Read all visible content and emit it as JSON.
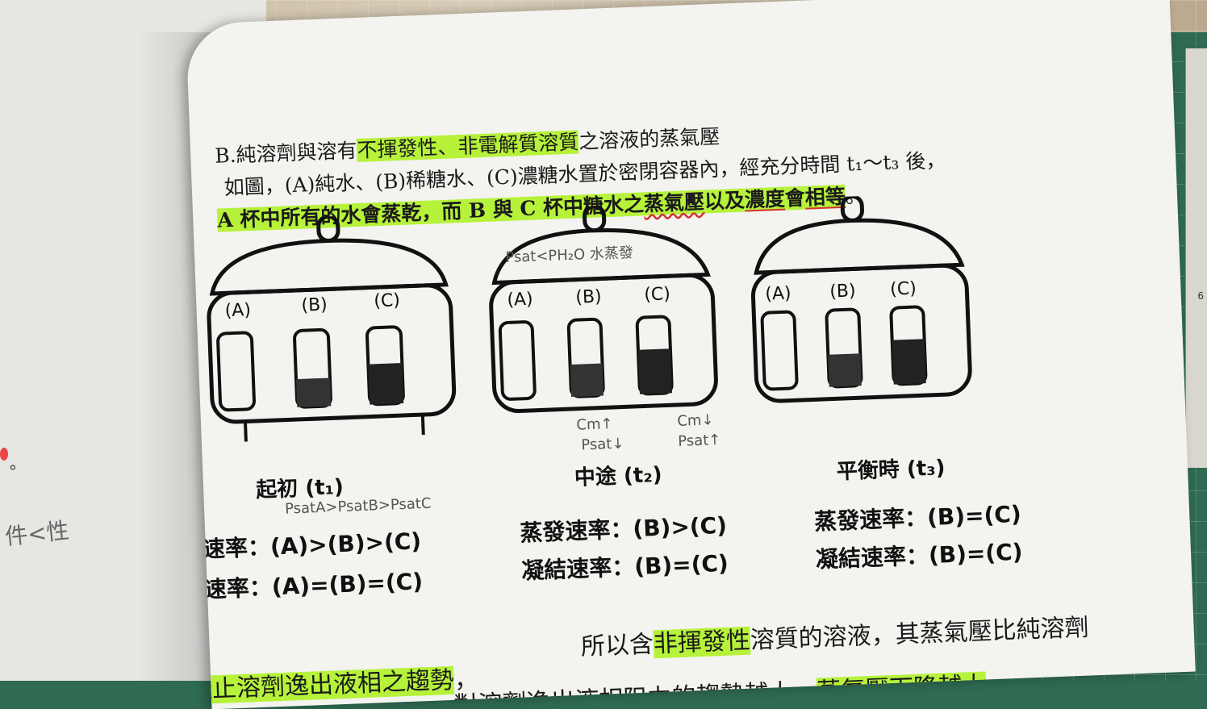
{
  "left_page": {
    "note": "件<性",
    "dot_text": "。"
  },
  "ruler": {
    "num": "6"
  },
  "text": {
    "line1_a": "B.純溶劑與溶有",
    "line1_hl": "不揮發性、非電解質溶質",
    "line1_b": "之溶液的蒸氣壓",
    "line2": "如圖，(A)純水、(B)稀糖水、(C)濃糖水置於密閉容器內，經充分時間 t₁～t₃ 後，",
    "line3_hl": "A 杯中所有的水會蒸乾，而 B 與 C 杯中糖水之",
    "line3_wavy": "蒸氣壓",
    "line3_mid": "以及",
    "line3_u1": "濃度",
    "line3_mid2": "會",
    "line3_u2": "相等",
    "line3_end": "。",
    "lineC_a": "所以含",
    "lineC_hl": "非揮發性",
    "lineC_b": "溶質的溶液，其蒸氣壓比純溶劑",
    "lineC2_hl": "C.溶質有阻止溶劑逸出液相之趨勢",
    "lineC2_sep": "，",
    "lineC3": "對溶劑逸出液相阻力的趨勢越大，",
    "lineC3_hl": "蒸氣壓下降越大",
    "lineC3_end": "。"
  },
  "diagrams": [
    {
      "cup_labels": [
        "(A)",
        "(B)",
        "(C)"
      ],
      "caption": "起初 (t₁)"
    },
    {
      "cup_labels": [
        "(A)",
        "(B)",
        "(C)"
      ],
      "caption": "中途 (t₂)"
    },
    {
      "cup_labels": [
        "(A)",
        "(B)",
        "(C)"
      ],
      "caption": "平衡時 (t₃)"
    }
  ],
  "handwriting": {
    "lid_note": "Psat<PH₂O 水蒸發",
    "cm_up": "Cm↑",
    "psat_down": "Psat↓",
    "cm_down": "Cm↓",
    "psat_up": "Psat↑",
    "psat_order": "PsatA>PsatB>PsatC"
  },
  "rates": {
    "t1_evap": "蒸發速率：(A)>(B)>(C)",
    "t1_cond": "凝結速率：(A)=(B)=(C)",
    "t2_evap": "蒸發速率：(B)>(C)",
    "t2_cond": "凝結速率：(B)=(C)",
    "t3_evap": "蒸發速率：(B)=(C)",
    "t3_cond": "凝結速率：(B)=(C)"
  },
  "colors": {
    "highlight": "#b6f23a",
    "red_mark": "#d43030",
    "mat": "#2f6a52"
  }
}
